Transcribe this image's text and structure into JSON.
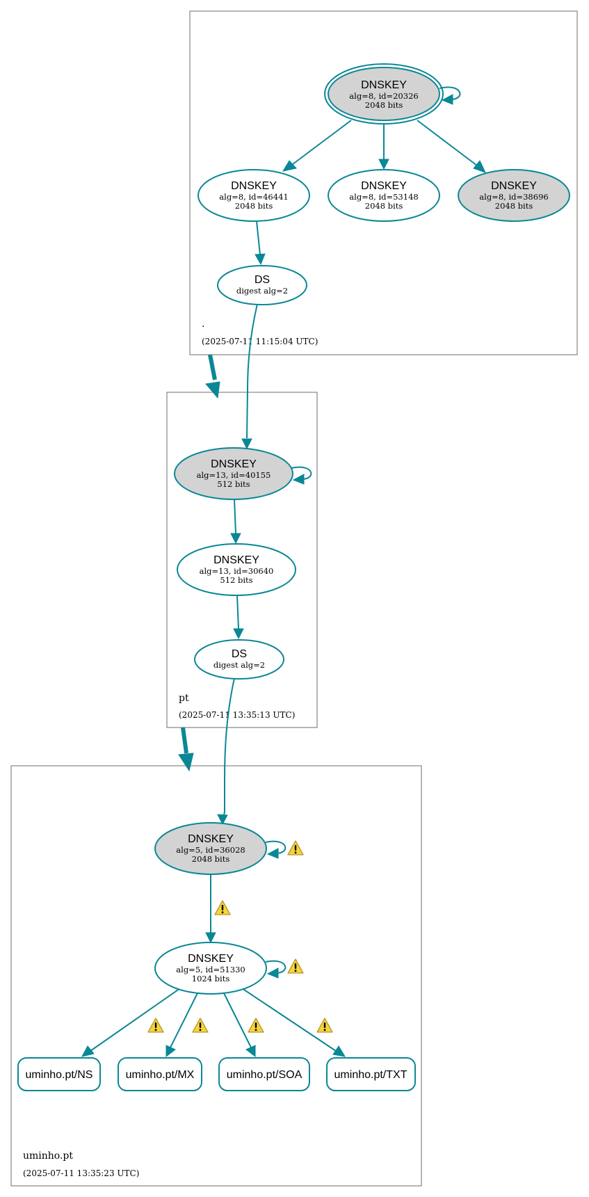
{
  "colors": {
    "edge": "#0a8796",
    "node_filled": "#d3d3d3",
    "node_plain": "#ffffff",
    "zone_border": "#6e6e6e",
    "warning_fill": "#f5d33c",
    "warning_stroke": "#b8962a"
  },
  "zones": {
    "root": {
      "name": ".",
      "timestamp": "(2025-07-11 11:15:04 UTC)"
    },
    "pt": {
      "name": "pt",
      "timestamp": "(2025-07-11 13:35:13 UTC)"
    },
    "uminho": {
      "name": "uminho.pt",
      "timestamp": "(2025-07-11 13:35:23 UTC)"
    }
  },
  "nodes": {
    "root_ksk": {
      "title": "DNSKEY",
      "line1": "alg=8, id=20326",
      "line2": "2048 bits"
    },
    "root_k46441": {
      "title": "DNSKEY",
      "line1": "alg=8, id=46441",
      "line2": "2048 bits"
    },
    "root_k53148": {
      "title": "DNSKEY",
      "line1": "alg=8, id=53148",
      "line2": "2048 bits"
    },
    "root_k38696": {
      "title": "DNSKEY",
      "line1": "alg=8, id=38696",
      "line2": "2048 bits"
    },
    "root_ds": {
      "title": "DS",
      "line1": "digest alg=2"
    },
    "pt_ksk": {
      "title": "DNSKEY",
      "line1": "alg=13, id=40155",
      "line2": "512 bits"
    },
    "pt_zsk": {
      "title": "DNSKEY",
      "line1": "alg=13, id=30640",
      "line2": "512 bits"
    },
    "pt_ds": {
      "title": "DS",
      "line1": "digest alg=2"
    },
    "um_ksk": {
      "title": "DNSKEY",
      "line1": "alg=5, id=36028",
      "line2": "2048 bits"
    },
    "um_zsk": {
      "title": "DNSKEY",
      "line1": "alg=5, id=51330",
      "line2": "1024 bits"
    }
  },
  "rrsets": {
    "ns": "uminho.pt/NS",
    "mx": "uminho.pt/MX",
    "soa": "uminho.pt/SOA",
    "txt": "uminho.pt/TXT"
  },
  "icons": {
    "warning": "warning-icon"
  }
}
